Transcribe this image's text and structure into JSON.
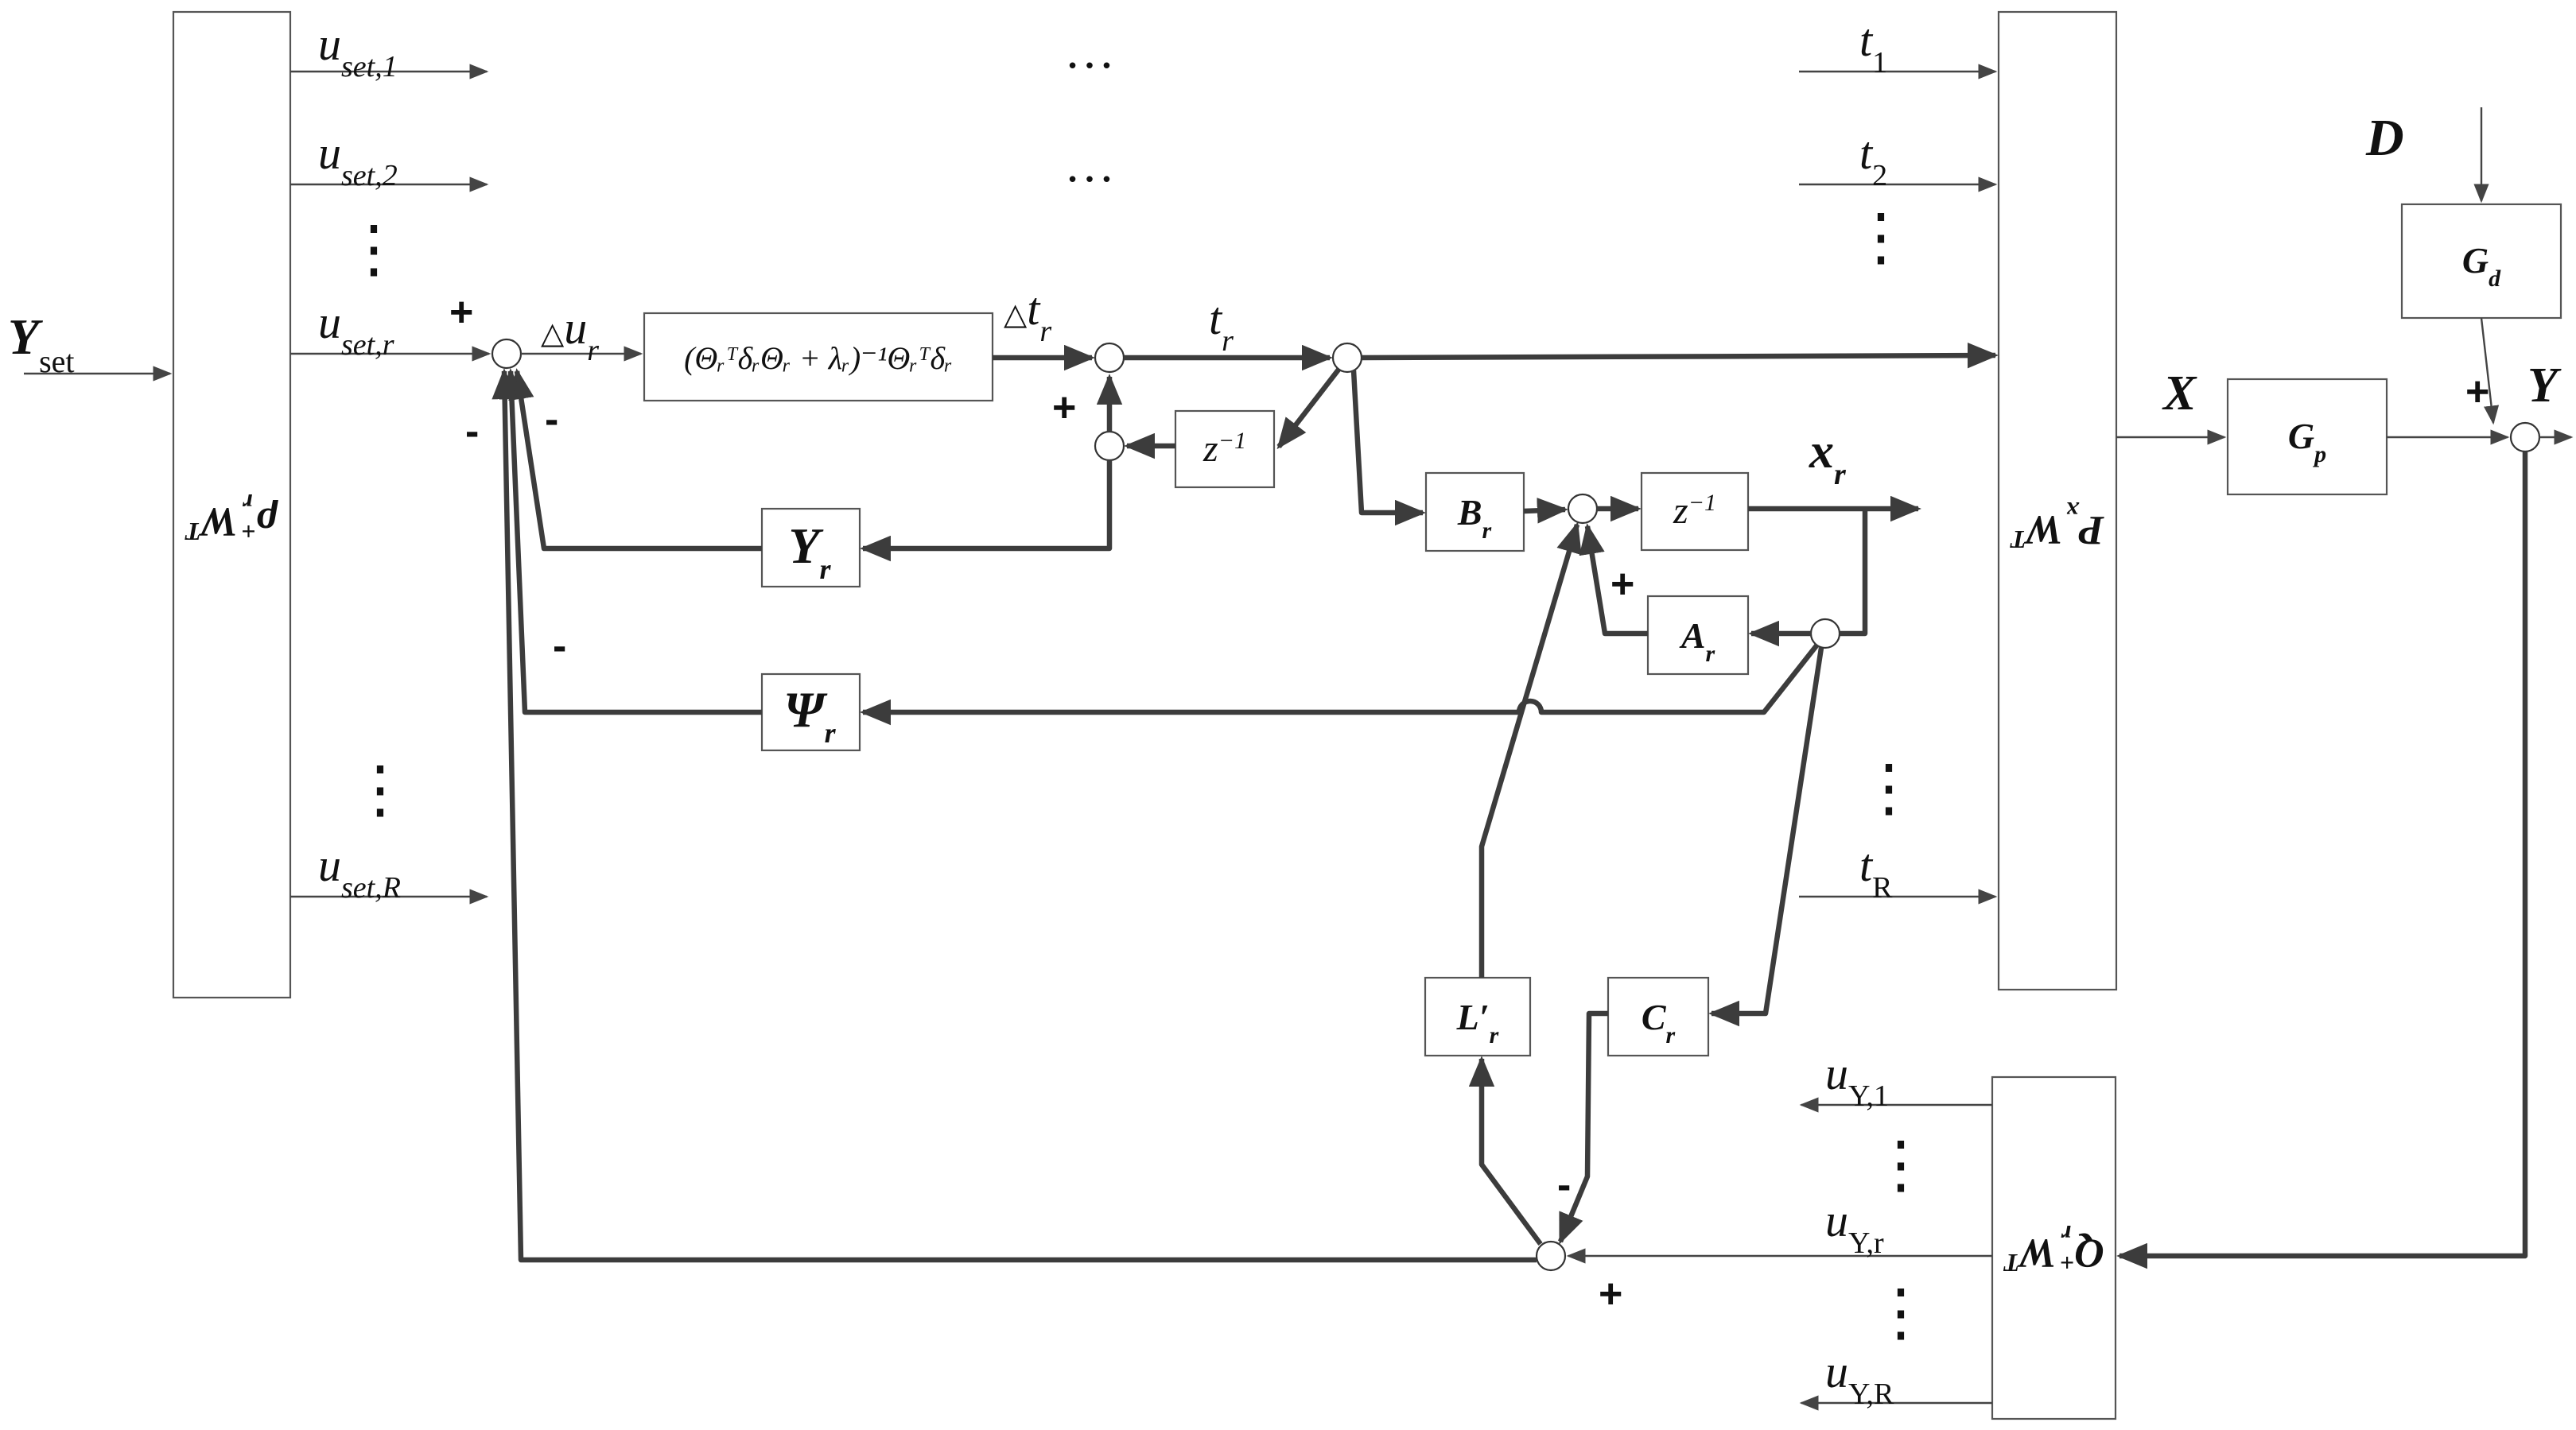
{
  "inputs": {
    "y_set": {
      "main": "Y",
      "sub": "set"
    }
  },
  "blocks": {
    "left_transform": {
      "main": "ρ",
      "sup": "+",
      "sub": "r",
      "mid": "W",
      "sup2": "T"
    },
    "right_transform": {
      "main": "P",
      "sub": "x",
      "mid": "W",
      "sup2": "T"
    },
    "bottom_transform": {
      "main": "Q",
      "sup": "+",
      "sub": "r",
      "mid": "W",
      "sup2": "T"
    },
    "gain_formula": "(ΘᵣᵀδᵣΘᵣ + λᵣ)⁻¹Θᵣᵀδᵣ",
    "z_inv_top": {
      "main": "z",
      "sup": "−1"
    },
    "z_inv_state": {
      "main": "z",
      "sup": "−1"
    },
    "upsilon": {
      "main": "Υ",
      "sub": "r"
    },
    "psi": {
      "main": "Ψ",
      "sub": "r"
    },
    "b_r": {
      "main": "B",
      "sub": "r"
    },
    "a_r": {
      "main": "A",
      "sub": "r"
    },
    "c_r": {
      "main": "C",
      "sub": "r"
    },
    "l_r": {
      "main": "L′",
      "sub": "r"
    },
    "g_p": {
      "main": "G",
      "sub": "p"
    },
    "g_d": {
      "main": "G",
      "sub": "d"
    }
  },
  "signals": {
    "u_set_1": {
      "main": "u",
      "sub": "set,1"
    },
    "u_set_2": {
      "main": "u",
      "sub": "set,2"
    },
    "u_set_r": {
      "main": "u",
      "sub": "set,r"
    },
    "u_set_R": {
      "main": "u",
      "sub": "set,R"
    },
    "delta_u": {
      "pre": "△",
      "main": "u",
      "sub": "r"
    },
    "delta_t": {
      "pre": "△",
      "main": "t",
      "sub": "r"
    },
    "t_r": {
      "main": "t",
      "sub": "r"
    },
    "t_1": {
      "main": "t",
      "sub": "1"
    },
    "t_2": {
      "main": "t",
      "sub": "2"
    },
    "t_R": {
      "main": "t",
      "sub": "R"
    },
    "x_r": {
      "main": "x",
      "sub": "r"
    },
    "X": "X",
    "Y": "Y",
    "D": "D",
    "u_y_1": {
      "main": "u",
      "sub": "Y,1"
    },
    "u_y_r": {
      "main": "u",
      "sub": "Y,r"
    },
    "u_y_R": {
      "main": "u",
      "sub": "Y,R"
    }
  },
  "signs": {
    "plus": "+",
    "minus": "-"
  },
  "ellipsis": {
    "dots": "…",
    "vdots": "⋮"
  }
}
